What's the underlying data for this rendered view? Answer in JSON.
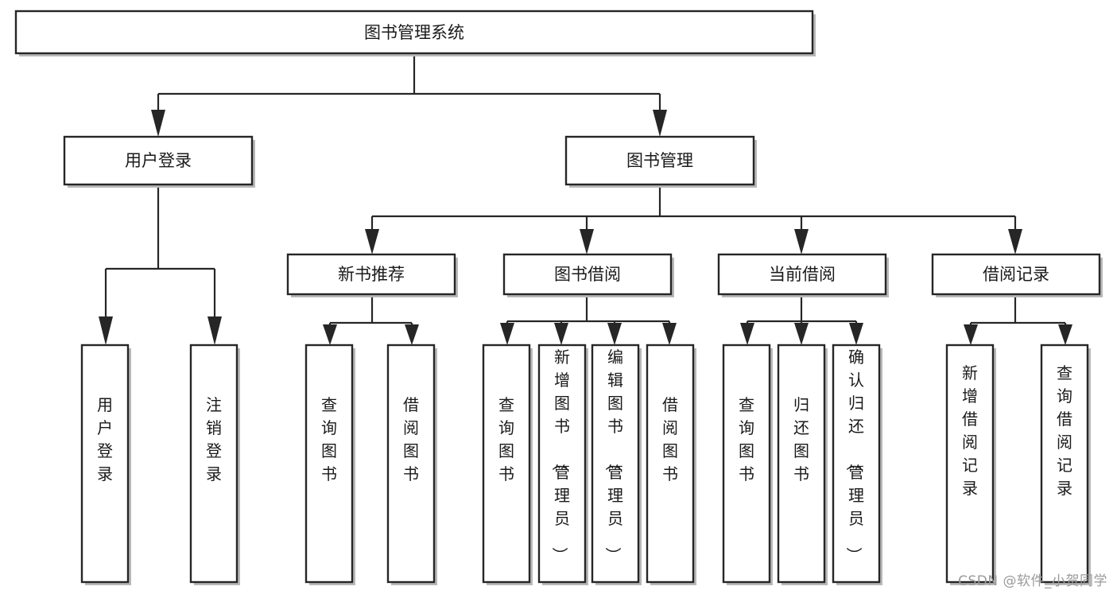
{
  "diagram": {
    "title": "图书管理系统",
    "type": "tree-hierarchy",
    "orientation": "top-down",
    "colors": {
      "node_fill": "#ffffff",
      "node_stroke": "#262626",
      "edge": "#262626",
      "watermark": "#9a9a9a"
    },
    "root": {
      "id": "root",
      "label": "图书管理系统"
    },
    "level1": [
      {
        "id": "user-login",
        "label": "用户登录"
      },
      {
        "id": "book-manage",
        "label": "图书管理"
      }
    ],
    "level2": [
      {
        "id": "new-book-recommend",
        "label": "新书推荐",
        "parent": "book-manage"
      },
      {
        "id": "book-borrow",
        "label": "图书借阅",
        "parent": "book-manage"
      },
      {
        "id": "current-borrow",
        "label": "当前借阅",
        "parent": "book-manage"
      },
      {
        "id": "borrow-record",
        "label": "借阅记录",
        "parent": "book-manage"
      }
    ],
    "leaves": {
      "user-login": [
        {
          "id": "leaf-user-login",
          "label": "用户登录"
        },
        {
          "id": "leaf-user-logout",
          "label": "注销登录"
        }
      ],
      "new-book-recommend": [
        {
          "id": "leaf-query-book-1",
          "label": "查询图书"
        },
        {
          "id": "leaf-borrow-book-1",
          "label": "借阅图书"
        }
      ],
      "book-borrow": [
        {
          "id": "leaf-query-book-2",
          "label": "查询图书"
        },
        {
          "id": "leaf-add-book",
          "label": "新增图书（管理员）"
        },
        {
          "id": "leaf-edit-book",
          "label": "编辑图书（管理员）"
        },
        {
          "id": "leaf-borrow-book-2",
          "label": "借阅图书"
        }
      ],
      "current-borrow": [
        {
          "id": "leaf-query-book-3",
          "label": "查询图书"
        },
        {
          "id": "leaf-return-book",
          "label": "归还图书"
        },
        {
          "id": "leaf-confirm-return",
          "label": "确认归还（管理员）"
        }
      ],
      "borrow-record": [
        {
          "id": "leaf-add-record",
          "label": "新增借阅记录"
        },
        {
          "id": "leaf-query-record",
          "label": "查询借阅记录"
        }
      ]
    }
  },
  "watermark": {
    "text": "CSDN @软件_小贺同学"
  }
}
